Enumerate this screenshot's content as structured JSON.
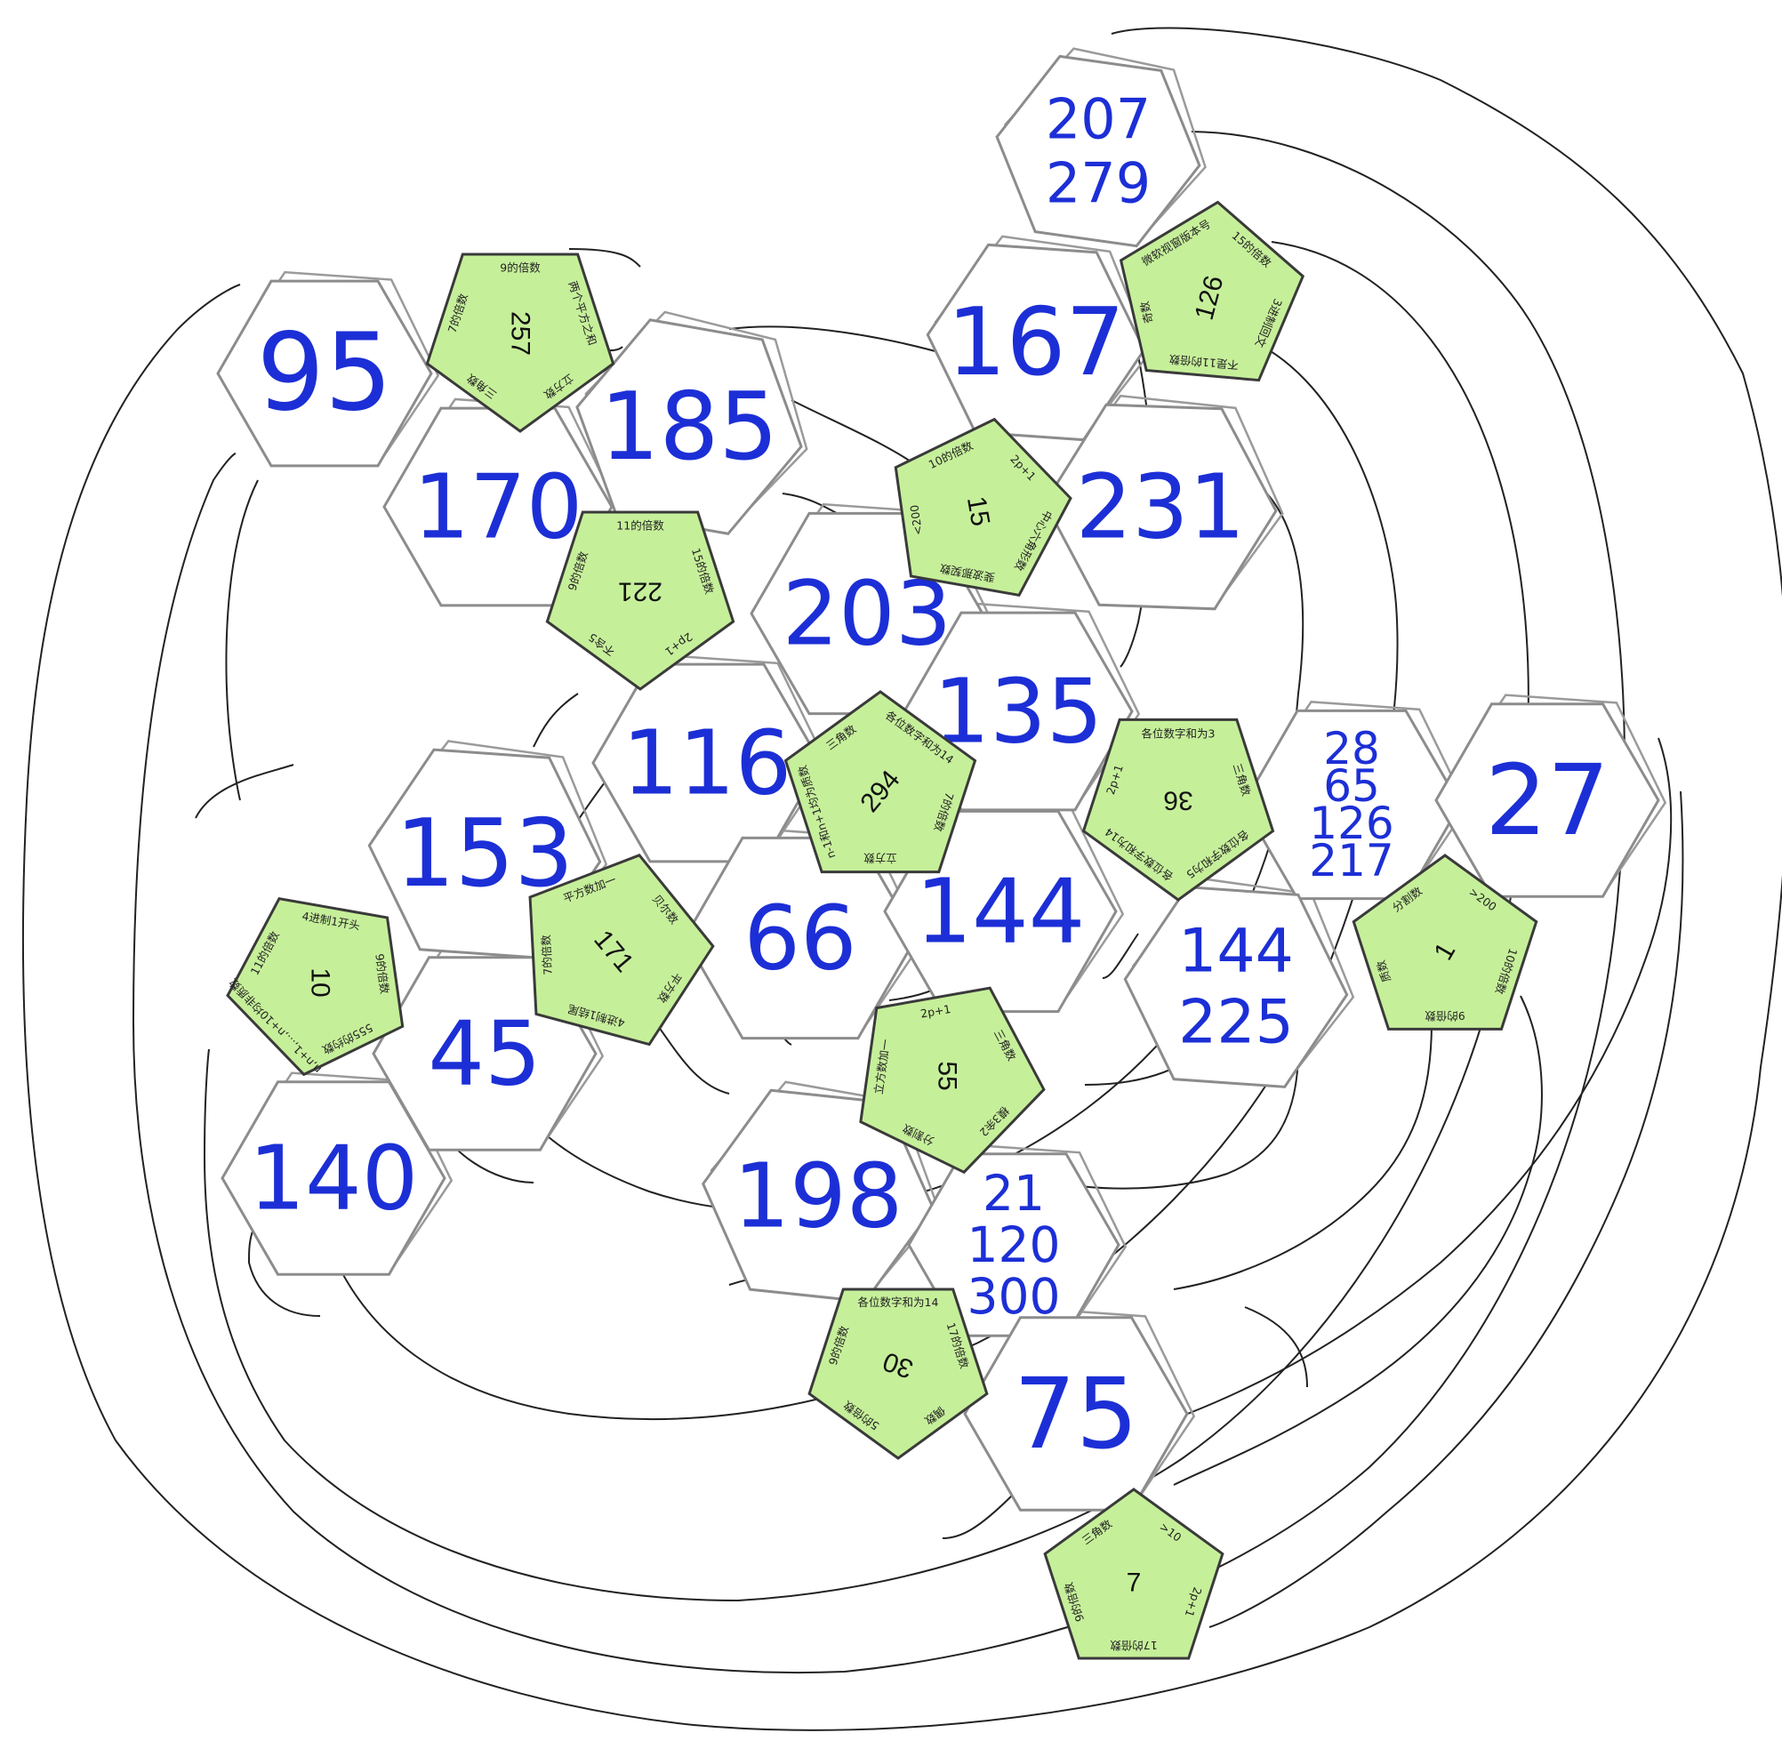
{
  "hexagons": [
    {
      "id": "h207",
      "lines": [
        "207",
        "279"
      ]
    },
    {
      "id": "h95",
      "lines": [
        "95"
      ]
    },
    {
      "id": "h167",
      "lines": [
        "167"
      ]
    },
    {
      "id": "h185",
      "lines": [
        "185"
      ]
    },
    {
      "id": "h170",
      "lines": [
        "170"
      ]
    },
    {
      "id": "h231",
      "lines": [
        "231"
      ]
    },
    {
      "id": "h203",
      "lines": [
        "203"
      ]
    },
    {
      "id": "h135",
      "lines": [
        "135"
      ]
    },
    {
      "id": "h116",
      "lines": [
        "116"
      ]
    },
    {
      "id": "h28",
      "lines": [
        "28",
        "65",
        "126",
        "217"
      ]
    },
    {
      "id": "h27",
      "lines": [
        "27"
      ]
    },
    {
      "id": "h153",
      "lines": [
        "153"
      ]
    },
    {
      "id": "h66",
      "lines": [
        "66"
      ]
    },
    {
      "id": "h144",
      "lines": [
        "144"
      ]
    },
    {
      "id": "h144b",
      "lines": [
        "144",
        "225"
      ]
    },
    {
      "id": "h45",
      "lines": [
        "45"
      ]
    },
    {
      "id": "h140",
      "lines": [
        "140"
      ]
    },
    {
      "id": "h198",
      "lines": [
        "198"
      ]
    },
    {
      "id": "h21",
      "lines": [
        "21",
        "120",
        "300"
      ]
    },
    {
      "id": "h75",
      "lines": [
        "75"
      ]
    }
  ],
  "pentagons": [
    {
      "id": "p257",
      "number": "257",
      "labels": [
        "三角数",
        "7的倍数",
        "9的倍数",
        "两个平方之和",
        "立方数"
      ]
    },
    {
      "id": "p126",
      "number": "126",
      "labels": [
        "15的倍数",
        "3进制回文",
        "不是11的倍数",
        "奇数",
        "微软视窗版本号"
      ]
    },
    {
      "id": "p15",
      "number": "15",
      "labels": [
        "2p+1",
        "中心六角形数",
        "斐波那契数",
        "<200",
        "10的倍数"
      ]
    },
    {
      "id": "p221",
      "number": "221",
      "labels": [
        "不含5",
        "9的倍数",
        "11的倍数",
        "15的倍数",
        "2p+1"
      ]
    },
    {
      "id": "p294",
      "number": "294",
      "labels": [
        "各位数字和为14",
        "7的倍数",
        "立方数",
        "n-1和n+1均为质数",
        "三角数"
      ]
    },
    {
      "id": "p36",
      "number": "36",
      "labels": [
        "各位数字和为14",
        "2p+1",
        "各位数字和为3",
        "三角数",
        "各位数字和为5"
      ]
    },
    {
      "id": "p1",
      "number": "1",
      "labels": [
        ">200",
        "10的倍数",
        "9的倍数",
        "质数",
        "分割数"
      ]
    },
    {
      "id": "p10",
      "number": "10",
      "labels": [
        "n,n+1,...,n+10均非质数",
        "11的倍数",
        "4进制1开头",
        "9的倍数",
        "555的约数"
      ]
    },
    {
      "id": "p171",
      "number": "171",
      "labels": [
        "贝尔数",
        "平方数",
        "4进制1结尾",
        "7的倍数",
        "平方数加一"
      ]
    },
    {
      "id": "p55",
      "number": "55",
      "labels": [
        "分割数",
        "立方数加一",
        "2p+1",
        "三角数",
        "模3余2"
      ]
    },
    {
      "id": "p30",
      "number": "30",
      "labels": [
        "5的倍数",
        "9的倍数",
        "各位数字和为14",
        "17的倍数",
        "偶数"
      ]
    },
    {
      "id": "p7",
      "number": "7",
      "labels": [
        ">10",
        "2p+1",
        "17的倍数",
        "9的倍数",
        "三角数"
      ]
    }
  ]
}
